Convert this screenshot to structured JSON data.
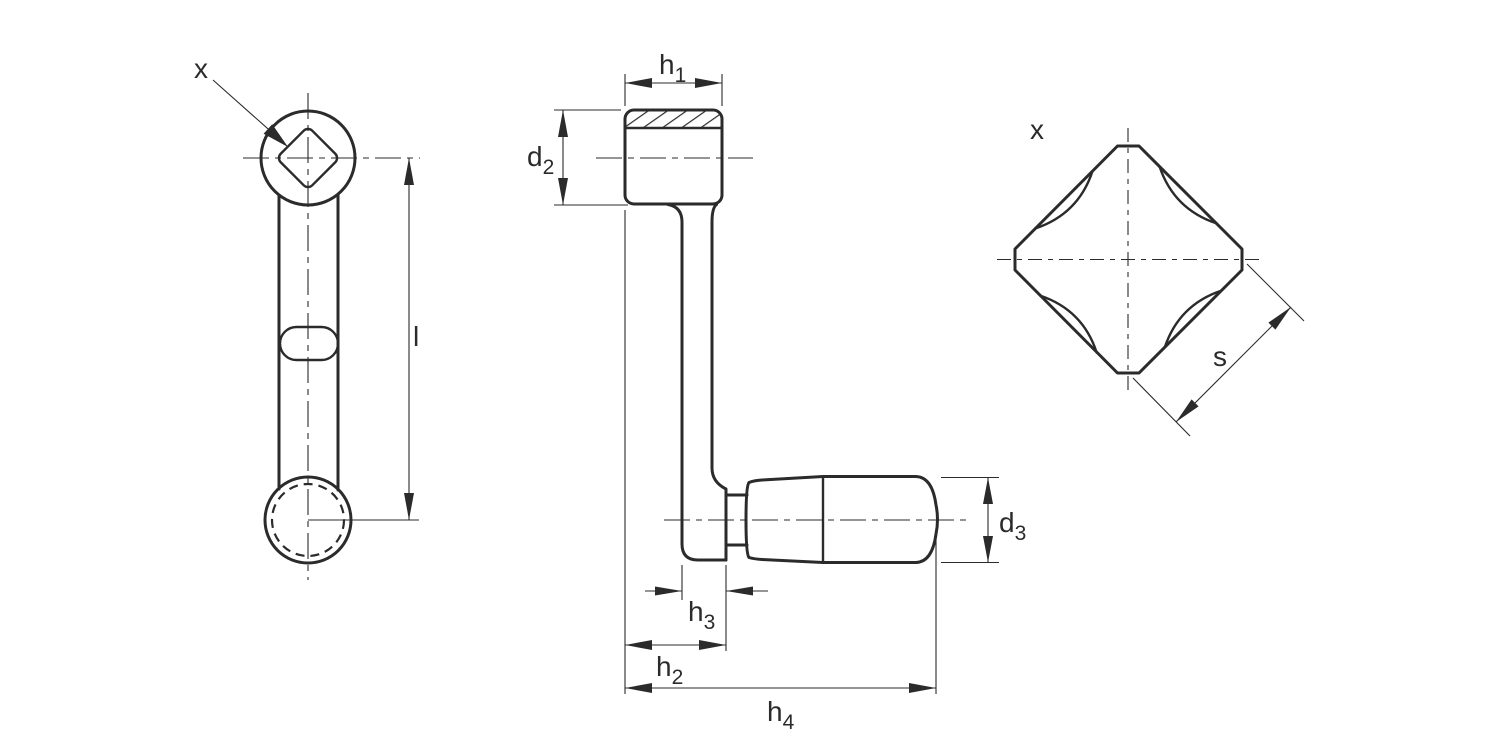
{
  "colors": {
    "line": "#2b2b2b",
    "background": "#ffffff"
  },
  "labels": {
    "detail_marker_front": "x",
    "arm_length": "l",
    "h1": {
      "base": "h",
      "sub": "1"
    },
    "d2": {
      "base": "d",
      "sub": "2"
    },
    "h3": {
      "base": "h",
      "sub": "3"
    },
    "h2": {
      "base": "h",
      "sub": "2"
    },
    "h4": {
      "base": "h",
      "sub": "4"
    },
    "d3": {
      "base": "d",
      "sub": "3"
    },
    "detail_marker": "x",
    "square_width": "s"
  }
}
